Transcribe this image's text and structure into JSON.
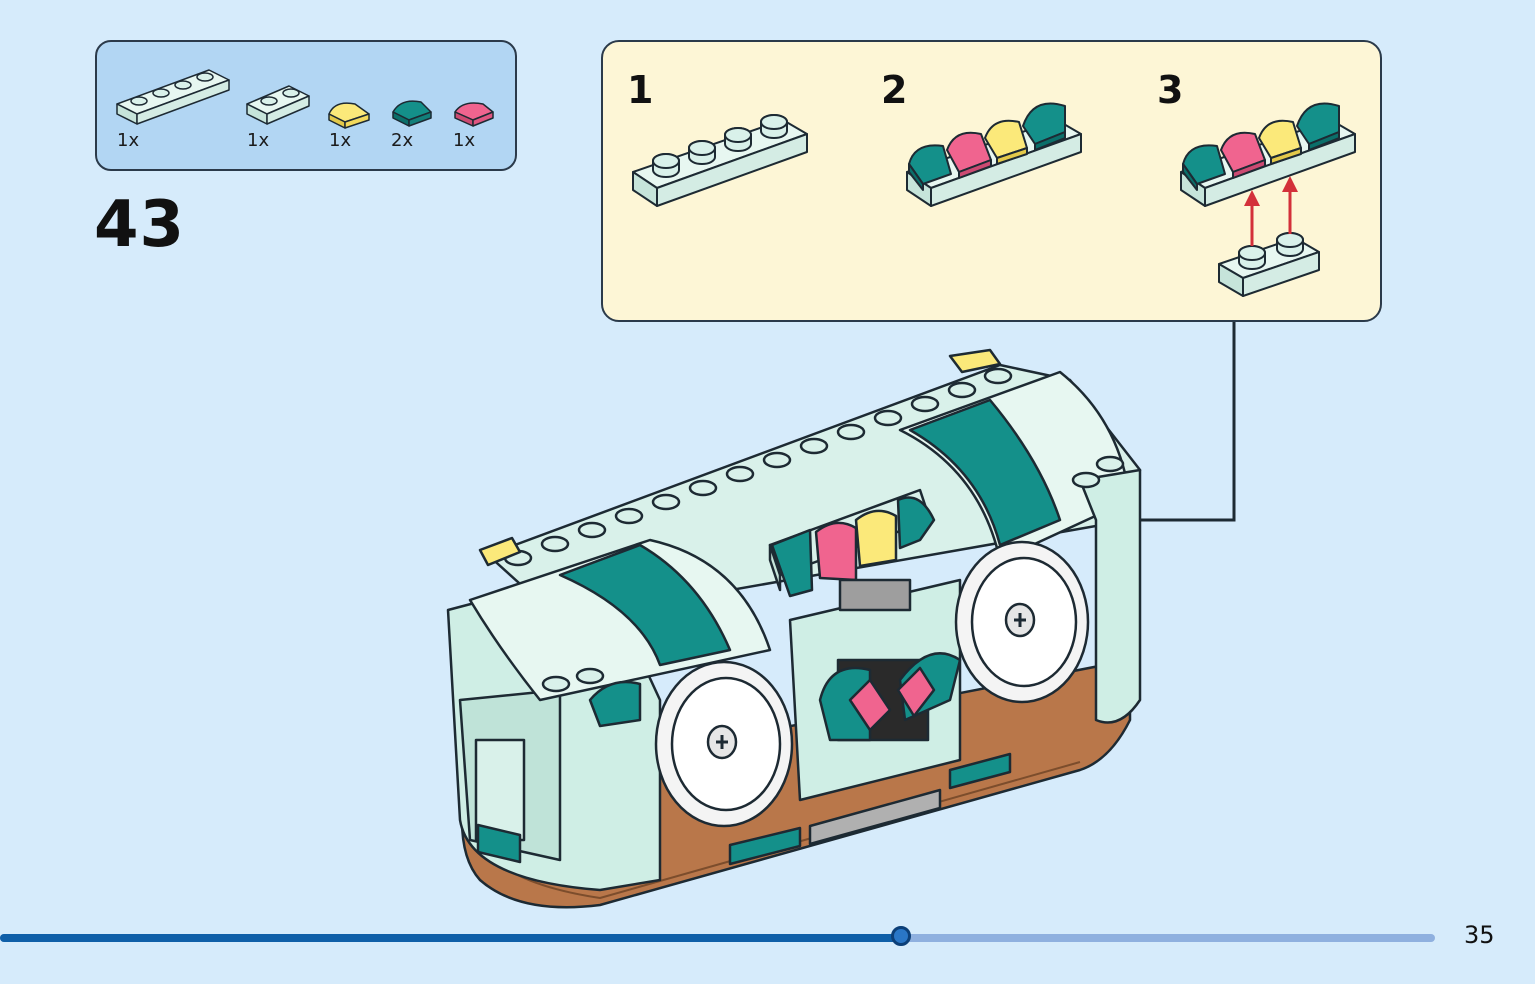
{
  "parts_list": {
    "items": [
      {
        "name": "plate-1x4-icon",
        "count": "1x",
        "color": "#d9f1ea"
      },
      {
        "name": "plate-1x2-icon",
        "count": "1x",
        "color": "#d9f1ea"
      },
      {
        "name": "tile-quarter-round-yellow-icon",
        "count": "1x",
        "color": "#fbe97a"
      },
      {
        "name": "tile-quarter-round-teal-icon",
        "count": "2x",
        "color": "#14908a"
      },
      {
        "name": "tile-quarter-round-pink-icon",
        "count": "1x",
        "color": "#f0648f"
      }
    ]
  },
  "step_number": "43",
  "sub_steps": [
    {
      "number": "1"
    },
    {
      "number": "2"
    },
    {
      "number": "3"
    }
  ],
  "page": {
    "number": "35",
    "progress": 0.628
  },
  "colors": {
    "background": "#d6ebfb",
    "parts_panel": "#b2d6f3",
    "substep_panel": "#fdf6d6",
    "mint": "#d9f1ea",
    "teal": "#14908a",
    "yellow": "#fbe97a",
    "pink": "#f0648f",
    "brown": "#b9774a",
    "arrow_red": "#d3303a",
    "progress_fill": "#0f5fa8",
    "progress_track": "#8fb0df"
  }
}
